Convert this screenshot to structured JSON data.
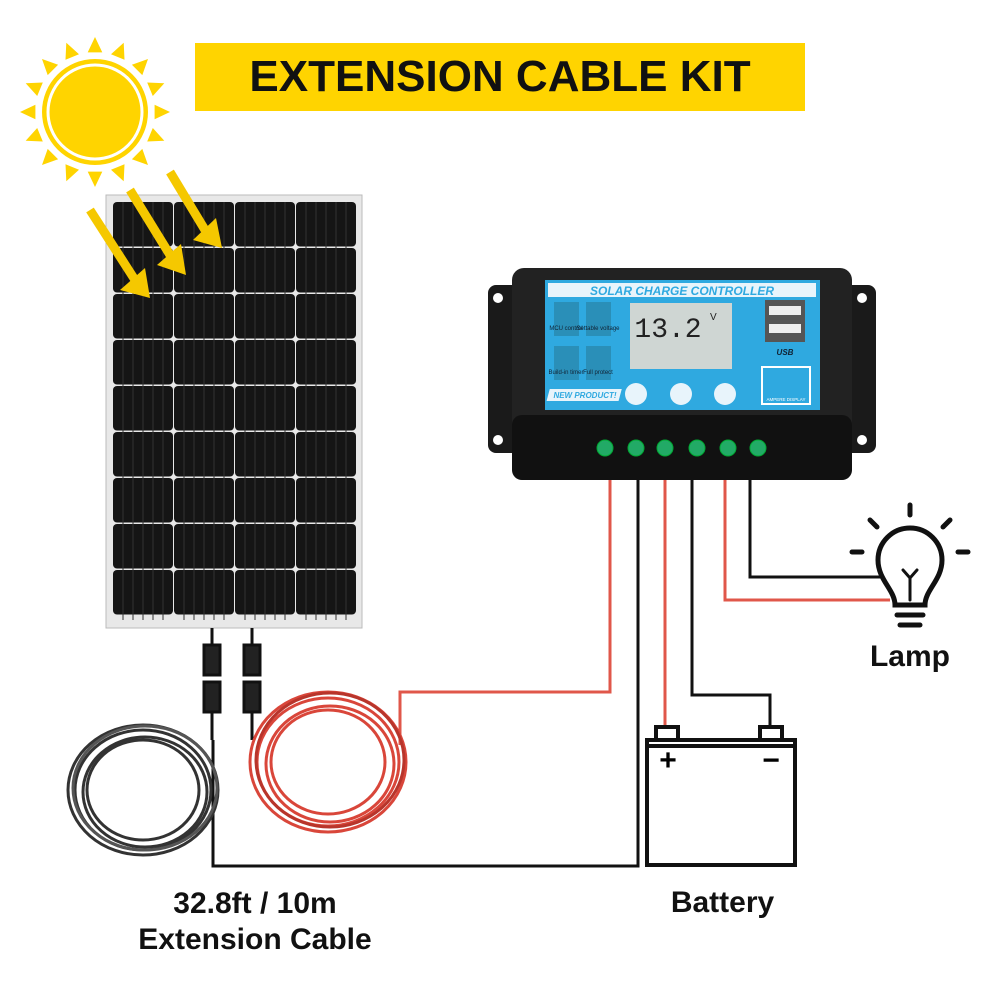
{
  "title": "EXTENSION CABLE KIT",
  "colors": {
    "title_bg": "#ffd400",
    "sun": "#ffd400",
    "arrow": "#f5c800",
    "red_wire": "#e0574a",
    "black_wire": "#111111",
    "controller_face": "#2fa9e0"
  },
  "controller": {
    "header": "SOLAR CHARGE CONTROLLER",
    "display_value": "13.2",
    "display_unit": "V",
    "features": [
      "MCU control",
      "Settable voltage",
      "Build-in timer",
      "Full protect"
    ],
    "badge": "NEW PRODUCT!",
    "usb_label": "USB",
    "ampere_label": "AMPERE DISPLAY"
  },
  "labels": {
    "lamp": "Lamp",
    "battery": "Battery",
    "battery_plus": "+",
    "battery_minus": "−",
    "cable_length": "32.8ft / 10m",
    "cable_name": "Extension Cable"
  }
}
